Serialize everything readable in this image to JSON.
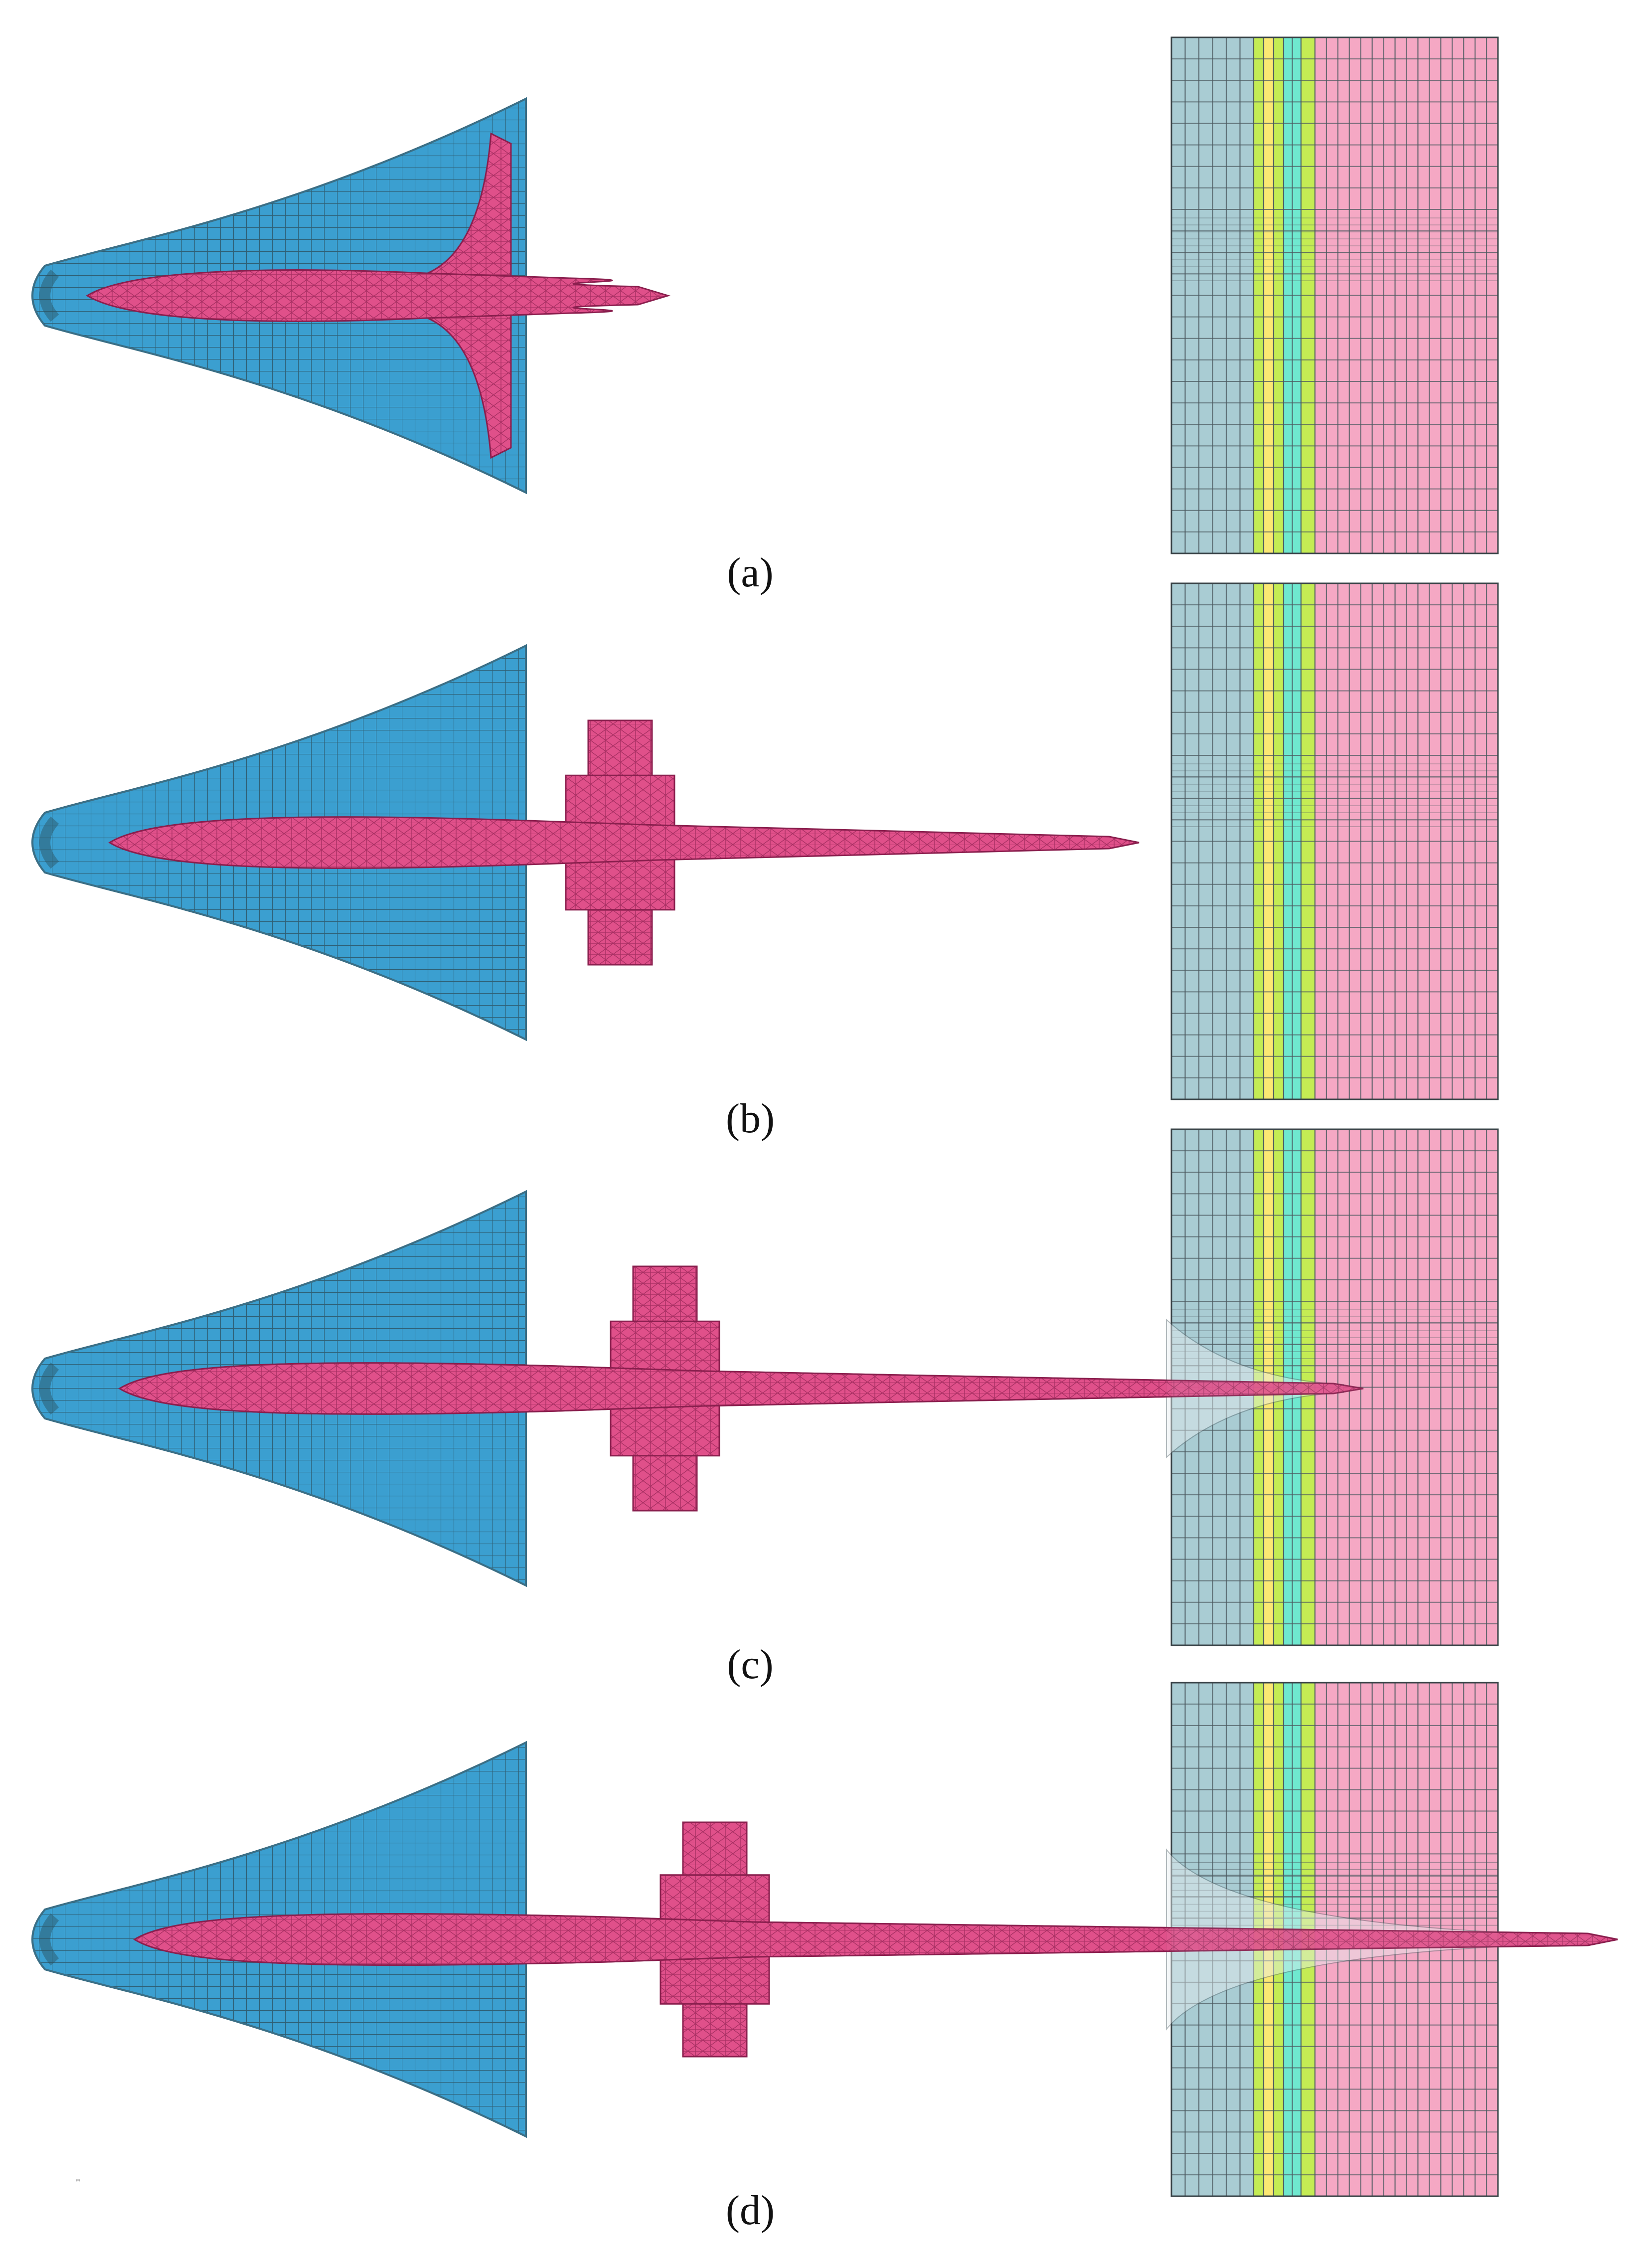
{
  "figure": {
    "panels": [
      {
        "label": "(a)",
        "stage": "a"
      },
      {
        "label": "(b)",
        "stage": "b"
      },
      {
        "label": "(c)",
        "stage": "c"
      },
      {
        "label": "(d)",
        "stage": "d"
      }
    ],
    "small_mark": "\""
  },
  "colors": {
    "liner": "#3b9fd0",
    "liner_dark": "#3b6f86",
    "jet": "#e0508a",
    "jet_mesh": "#8a1f4e",
    "plate_gray": "#a9ccd3",
    "plate_green": "#c4ec54",
    "plate_yellow": "#fbe873",
    "plate_cyan": "#6fe8cf",
    "plate_pink": "#f5a8c4",
    "grid_line": "#4c5a60"
  }
}
